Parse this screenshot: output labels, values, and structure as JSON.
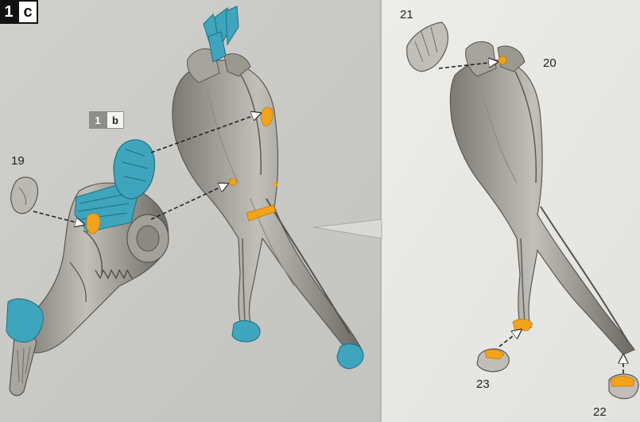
{
  "step_badge": {
    "number": "1",
    "letter": "c"
  },
  "ref_badge": {
    "number": "1",
    "letter": "b"
  },
  "callouts": {
    "p19": "19",
    "p20": "20",
    "p21": "21",
    "p22": "22",
    "p23": "23"
  },
  "colors": {
    "left_panel_bg": "#c8c8c4",
    "right_panel_bg": "#e9e9e6",
    "part_grey": "#aaa79f",
    "part_shadow": "#6f6c66",
    "new_part_cyan": "#3fa5bd",
    "glue_orange": "#f3a21c",
    "badge_black": "#111111"
  }
}
